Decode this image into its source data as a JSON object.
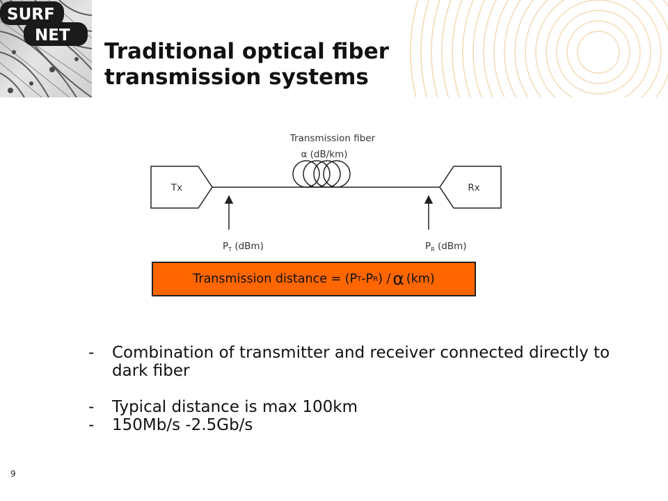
{
  "slide": {
    "title_line1": "Traditional optical fiber",
    "title_line2": "transmission systems",
    "logo_top": "SURF",
    "logo_bottom": "NET",
    "page_number": "9"
  },
  "diagram": {
    "fiber_label": "Transmission fiber",
    "fiber_attenuation": "α (dB/km)",
    "tx_label": "Tx",
    "rx_label": "Rx",
    "pt_main": "P",
    "pt_sub": "T",
    "pt_unit": " (dBm)",
    "pr_main": "P",
    "pr_sub": "R",
    "pr_unit": " (dBm)"
  },
  "formula": {
    "part1": "Transmission distance = (P",
    "sub_t": "T",
    "part2": "-P",
    "sub_r": "R",
    "part3": ") / ",
    "alpha": "α",
    "part4": " (km)",
    "fill_color": "#ff6600"
  },
  "bullets": [
    {
      "dash": "-",
      "text": "Combination of transmitter and receiver connected directly to dark fiber"
    },
    {
      "dash": "-",
      "text": "Typical distance is max 100km"
    },
    {
      "dash": "-",
      "text": "150Mb/s -2.5Gb/s"
    }
  ],
  "colors": {
    "accent": "#ff6600",
    "logo_bg": "#1a1a1a",
    "header_rings": "#e8a95a"
  }
}
